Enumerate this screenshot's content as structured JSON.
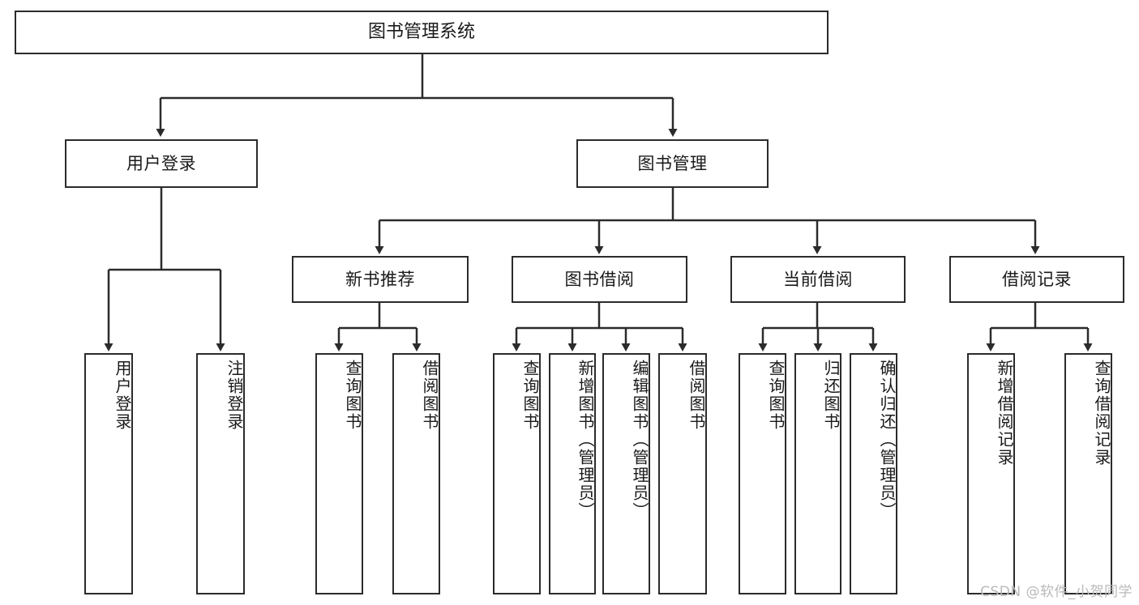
{
  "diagram": {
    "title": "图书管理系统",
    "type": "functional-structure-tree",
    "root": {
      "id": "root",
      "label": "图书管理系统"
    },
    "level2": [
      {
        "id": "user-login",
        "label": "用户登录"
      },
      {
        "id": "book-manage",
        "label": "图书管理"
      }
    ],
    "level3": [
      {
        "id": "new-book-recommend",
        "label": "新书推荐",
        "parent": "book-manage"
      },
      {
        "id": "book-borrow",
        "label": "图书借阅",
        "parent": "book-manage"
      },
      {
        "id": "current-borrow",
        "label": "当前借阅",
        "parent": "book-manage"
      },
      {
        "id": "borrow-record",
        "label": "借阅记录",
        "parent": "book-manage"
      }
    ],
    "leaves": [
      {
        "id": "leaf-user-login",
        "label": "用户登录",
        "parent": "user-login"
      },
      {
        "id": "leaf-logout-login",
        "label": "注销登录",
        "parent": "user-login"
      },
      {
        "id": "leaf-query-book-1",
        "label": "查询图书",
        "parent": "new-book-recommend"
      },
      {
        "id": "leaf-borrow-book-1",
        "label": "借阅图书",
        "parent": "new-book-recommend"
      },
      {
        "id": "leaf-query-book-2",
        "label": "查询图书",
        "parent": "book-borrow"
      },
      {
        "id": "leaf-add-book",
        "label": "新增图书（管理员）",
        "parent": "book-borrow"
      },
      {
        "id": "leaf-edit-book",
        "label": "编辑图书（管理员）",
        "parent": "book-borrow"
      },
      {
        "id": "leaf-borrow-book-2",
        "label": "借阅图书",
        "parent": "book-borrow"
      },
      {
        "id": "leaf-query-book-3",
        "label": "查询图书",
        "parent": "current-borrow"
      },
      {
        "id": "leaf-return-book",
        "label": "归还图书",
        "parent": "current-borrow"
      },
      {
        "id": "leaf-confirm-return",
        "label": "确认归还（管理员）",
        "parent": "current-borrow"
      },
      {
        "id": "leaf-add-record",
        "label": "新增借阅记录",
        "parent": "borrow-record"
      },
      {
        "id": "leaf-query-record",
        "label": "查询借阅记录",
        "parent": "borrow-record"
      }
    ],
    "watermark": "CSDN @软件_小贺同学",
    "colors": {
      "stroke": "#2b2b2b",
      "fill": "#ffffff",
      "text": "#1a1a1a",
      "watermark": "#b9b9b9"
    }
  }
}
